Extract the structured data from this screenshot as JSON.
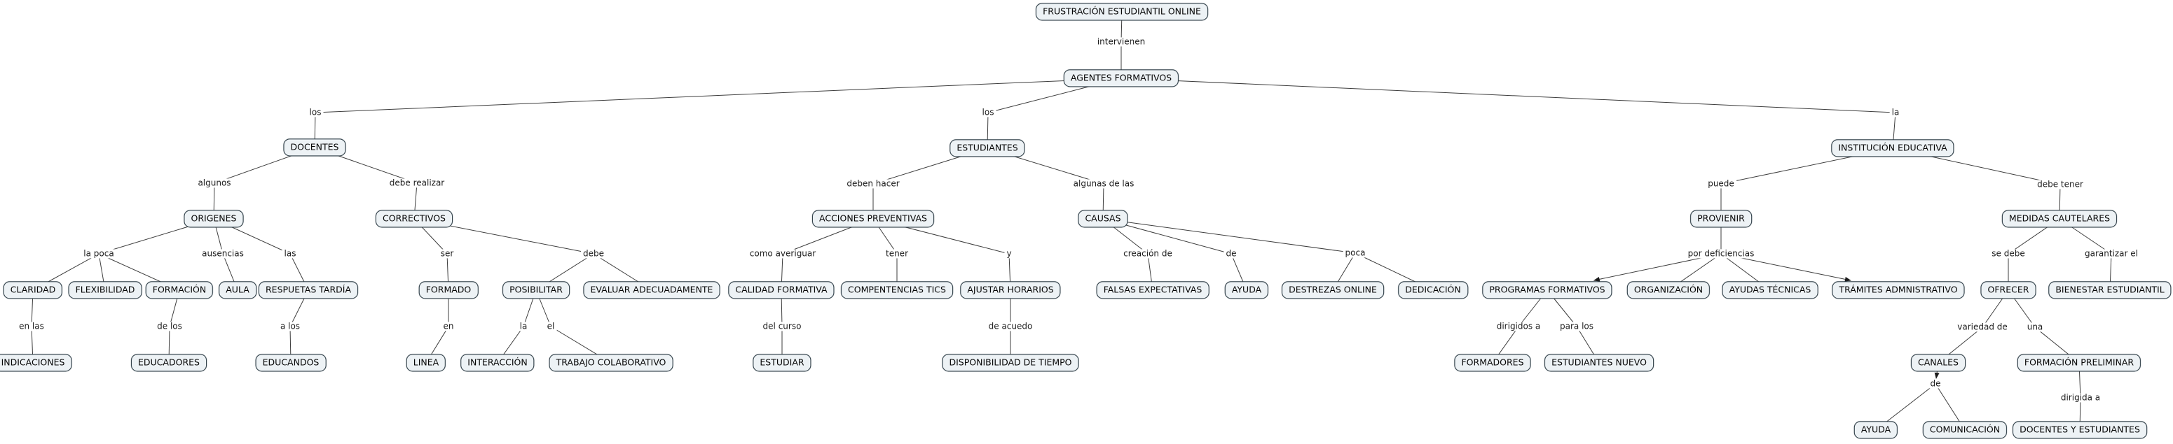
{
  "diagram": {
    "type": "concept-map",
    "nodes": [
      {
        "id": "frustracion",
        "label": "FRUSTRACIÓN ESTUDIANTIL ONLINE"
      },
      {
        "id": "agentes",
        "label": "AGENTES FORMATIVOS"
      },
      {
        "id": "docentes",
        "label": "DOCENTES"
      },
      {
        "id": "estudiantes",
        "label": "ESTUDIANTES"
      },
      {
        "id": "institucion",
        "label": "INSTITUCIÓN EDUCATIVA"
      },
      {
        "id": "origenes",
        "label": "ORIGENES"
      },
      {
        "id": "correctivos",
        "label": "CORRECTIVOS"
      },
      {
        "id": "acciones",
        "label": "ACCIONES PREVENTIVAS"
      },
      {
        "id": "causas",
        "label": "CAUSAS"
      },
      {
        "id": "provienir",
        "label": "PROVIENIR"
      },
      {
        "id": "medidas",
        "label": "MEDIDAS CAUTELARES"
      },
      {
        "id": "claridad",
        "label": "CLARIDAD"
      },
      {
        "id": "flexibilidad",
        "label": "FLEXIBILIDAD"
      },
      {
        "id": "formacion",
        "label": "FORMACIÓN"
      },
      {
        "id": "aula",
        "label": "AULA"
      },
      {
        "id": "respuetas",
        "label": "RESPUETAS TARDÍA"
      },
      {
        "id": "formado",
        "label": "FORMADO"
      },
      {
        "id": "posibilitar",
        "label": "POSIBILITAR"
      },
      {
        "id": "evaluar",
        "label": "EVALUAR ADECUADAMENTE"
      },
      {
        "id": "calidad",
        "label": "CALIDAD FORMATIVA"
      },
      {
        "id": "compentencias",
        "label": "COMPENTENCIAS TICS"
      },
      {
        "id": "ajustar",
        "label": "AJUSTAR HORARIOS"
      },
      {
        "id": "falsas",
        "label": "FALSAS EXPECTATIVAS"
      },
      {
        "id": "ayuda_causas",
        "label": "AYUDA"
      },
      {
        "id": "destrezas",
        "label": "DESTREZAS ONLINE"
      },
      {
        "id": "dedicacion",
        "label": "DEDICACIÓN"
      },
      {
        "id": "programas",
        "label": "PROGRAMAS FORMATIVOS"
      },
      {
        "id": "organizacion",
        "label": "ORGANIZACIÓN"
      },
      {
        "id": "ayudas_tecnicas",
        "label": "AYUDAS TÉCNICAS"
      },
      {
        "id": "tramites",
        "label": "TRÁMITES ADMNISTRATIVO"
      },
      {
        "id": "ofrecer",
        "label": "OFRECER"
      },
      {
        "id": "bienestar",
        "label": "BIENESTAR ESTUDIANTIL"
      },
      {
        "id": "indicaciones",
        "label": "INDICACIONES"
      },
      {
        "id": "educadores",
        "label": "EDUCADORES"
      },
      {
        "id": "educandos",
        "label": "EDUCANDOS"
      },
      {
        "id": "linea",
        "label": "LINEA"
      },
      {
        "id": "interaccion",
        "label": "INTERACCIÓN"
      },
      {
        "id": "trabajo",
        "label": "TRABAJO COLABORATIVO"
      },
      {
        "id": "estudiar",
        "label": "ESTUDIAR"
      },
      {
        "id": "disponibilidad",
        "label": "DISPONIBILIDAD DE TIEMPO"
      },
      {
        "id": "formadores",
        "label": "FORMADORES"
      },
      {
        "id": "estudiantes_nuevo",
        "label": "ESTUDIANTES NUEVO"
      },
      {
        "id": "canales",
        "label": "CANALES"
      },
      {
        "id": "formacion_preliminar",
        "label": "FORMACIÓN PRELIMINAR"
      },
      {
        "id": "ayuda_canales",
        "label": "AYUDA"
      },
      {
        "id": "comunicacion",
        "label": "COMUNICACIÓN"
      },
      {
        "id": "docentes_estudiantes",
        "label": "DOCENTES Y ESTUDIANTES"
      }
    ],
    "links": [
      {
        "from": "frustracion",
        "label": "intervienen",
        "to": [
          {
            "node": "agentes",
            "arrow": false
          }
        ]
      },
      {
        "from": "agentes",
        "label": "los",
        "to": [
          {
            "node": "docentes",
            "arrow": false
          }
        ]
      },
      {
        "from": "agentes",
        "label": "los",
        "to": [
          {
            "node": "estudiantes",
            "arrow": false
          }
        ]
      },
      {
        "from": "agentes",
        "label": "la",
        "to": [
          {
            "node": "institucion",
            "arrow": false
          }
        ]
      },
      {
        "from": "docentes",
        "label": "algunos",
        "to": [
          {
            "node": "origenes",
            "arrow": false
          }
        ]
      },
      {
        "from": "docentes",
        "label": "debe realizar",
        "to": [
          {
            "node": "correctivos",
            "arrow": false
          }
        ]
      },
      {
        "from": "origenes",
        "label": "la poca",
        "to": [
          {
            "node": "claridad",
            "arrow": false
          },
          {
            "node": "flexibilidad",
            "arrow": false
          },
          {
            "node": "formacion",
            "arrow": false
          }
        ]
      },
      {
        "from": "origenes",
        "label": "ausencias",
        "to": [
          {
            "node": "aula",
            "arrow": false
          }
        ]
      },
      {
        "from": "origenes",
        "label": "las",
        "to": [
          {
            "node": "respuetas",
            "arrow": false
          }
        ]
      },
      {
        "from": "claridad",
        "label": "en las",
        "to": [
          {
            "node": "indicaciones",
            "arrow": false
          }
        ]
      },
      {
        "from": "formacion",
        "label": "de los",
        "to": [
          {
            "node": "educadores",
            "arrow": false
          }
        ]
      },
      {
        "from": "respuetas",
        "label": "a los",
        "to": [
          {
            "node": "educandos",
            "arrow": false
          }
        ]
      },
      {
        "from": "correctivos",
        "label": "ser",
        "to": [
          {
            "node": "formado",
            "arrow": false
          }
        ]
      },
      {
        "from": "correctivos",
        "label": "debe",
        "to": [
          {
            "node": "posibilitar",
            "arrow": false
          },
          {
            "node": "evaluar",
            "arrow": false
          }
        ]
      },
      {
        "from": "formado",
        "label": "en",
        "to": [
          {
            "node": "linea",
            "arrow": false
          }
        ]
      },
      {
        "from": "posibilitar",
        "label": "la",
        "to": [
          {
            "node": "interaccion",
            "arrow": false
          }
        ]
      },
      {
        "from": "posibilitar",
        "label": "el",
        "to": [
          {
            "node": "trabajo",
            "arrow": false
          }
        ]
      },
      {
        "from": "estudiantes",
        "label": "deben hacer",
        "to": [
          {
            "node": "acciones",
            "arrow": false
          }
        ]
      },
      {
        "from": "estudiantes",
        "label": "algunas de las",
        "to": [
          {
            "node": "causas",
            "arrow": false
          }
        ]
      },
      {
        "from": "acciones",
        "label": "como averiguar",
        "to": [
          {
            "node": "calidad",
            "arrow": false
          }
        ]
      },
      {
        "from": "acciones",
        "label": "tener",
        "to": [
          {
            "node": "compentencias",
            "arrow": false
          }
        ]
      },
      {
        "from": "acciones",
        "label": "y",
        "to": [
          {
            "node": "ajustar",
            "arrow": false
          }
        ]
      },
      {
        "from": "calidad",
        "label": "del curso",
        "to": [
          {
            "node": "estudiar",
            "arrow": false
          }
        ]
      },
      {
        "from": "ajustar",
        "label": "de acuedo",
        "to": [
          {
            "node": "disponibilidad",
            "arrow": false
          }
        ]
      },
      {
        "from": "causas",
        "label": "creación de",
        "to": [
          {
            "node": "falsas",
            "arrow": false
          }
        ]
      },
      {
        "from": "causas",
        "label": "de",
        "to": [
          {
            "node": "ayuda_causas",
            "arrow": false
          }
        ]
      },
      {
        "from": "causas",
        "label": "poca",
        "to": [
          {
            "node": "destrezas",
            "arrow": false
          },
          {
            "node": "dedicacion",
            "arrow": false
          }
        ]
      },
      {
        "from": "institucion",
        "label": "puede",
        "to": [
          {
            "node": "provienir",
            "arrow": false
          }
        ]
      },
      {
        "from": "institucion",
        "label": "debe tener",
        "to": [
          {
            "node": "medidas",
            "arrow": false
          }
        ]
      },
      {
        "from": "provienir",
        "label": "por deficiencias",
        "to": [
          {
            "node": "programas",
            "arrow": true
          },
          {
            "node": "organizacion",
            "arrow": false
          },
          {
            "node": "ayudas_tecnicas",
            "arrow": false
          },
          {
            "node": "tramites",
            "arrow": true
          }
        ]
      },
      {
        "from": "programas",
        "label": "dirigidos a",
        "to": [
          {
            "node": "formadores",
            "arrow": false
          }
        ]
      },
      {
        "from": "programas",
        "label": "para los",
        "to": [
          {
            "node": "estudiantes_nuevo",
            "arrow": false
          }
        ]
      },
      {
        "from": "medidas",
        "label": "se debe",
        "to": [
          {
            "node": "ofrecer",
            "arrow": false
          }
        ]
      },
      {
        "from": "medidas",
        "label": "garantizar el",
        "to": [
          {
            "node": "bienestar",
            "arrow": false
          }
        ]
      },
      {
        "from": "ofrecer",
        "label": "variedad de",
        "to": [
          {
            "node": "canales",
            "arrow": false
          }
        ]
      },
      {
        "from": "ofrecer",
        "label": "una",
        "to": [
          {
            "node": "formacion_preliminar",
            "arrow": false
          }
        ]
      },
      {
        "from": "canales",
        "label": "de",
        "arrow_to_label": true,
        "to": [
          {
            "node": "ayuda_canales",
            "arrow": false
          },
          {
            "node": "comunicacion",
            "arrow": false
          }
        ]
      },
      {
        "from": "formacion_preliminar",
        "label": "dirigida a",
        "to": [
          {
            "node": "docentes_estudiantes",
            "arrow": false
          }
        ]
      }
    ]
  },
  "colors": {
    "background": "#ffffff",
    "node_fill": "#edf2f5",
    "node_border": "#2f3e47",
    "line": "#3d3d3d",
    "node_text": "#060606",
    "label_text": "#1c1c1c"
  }
}
